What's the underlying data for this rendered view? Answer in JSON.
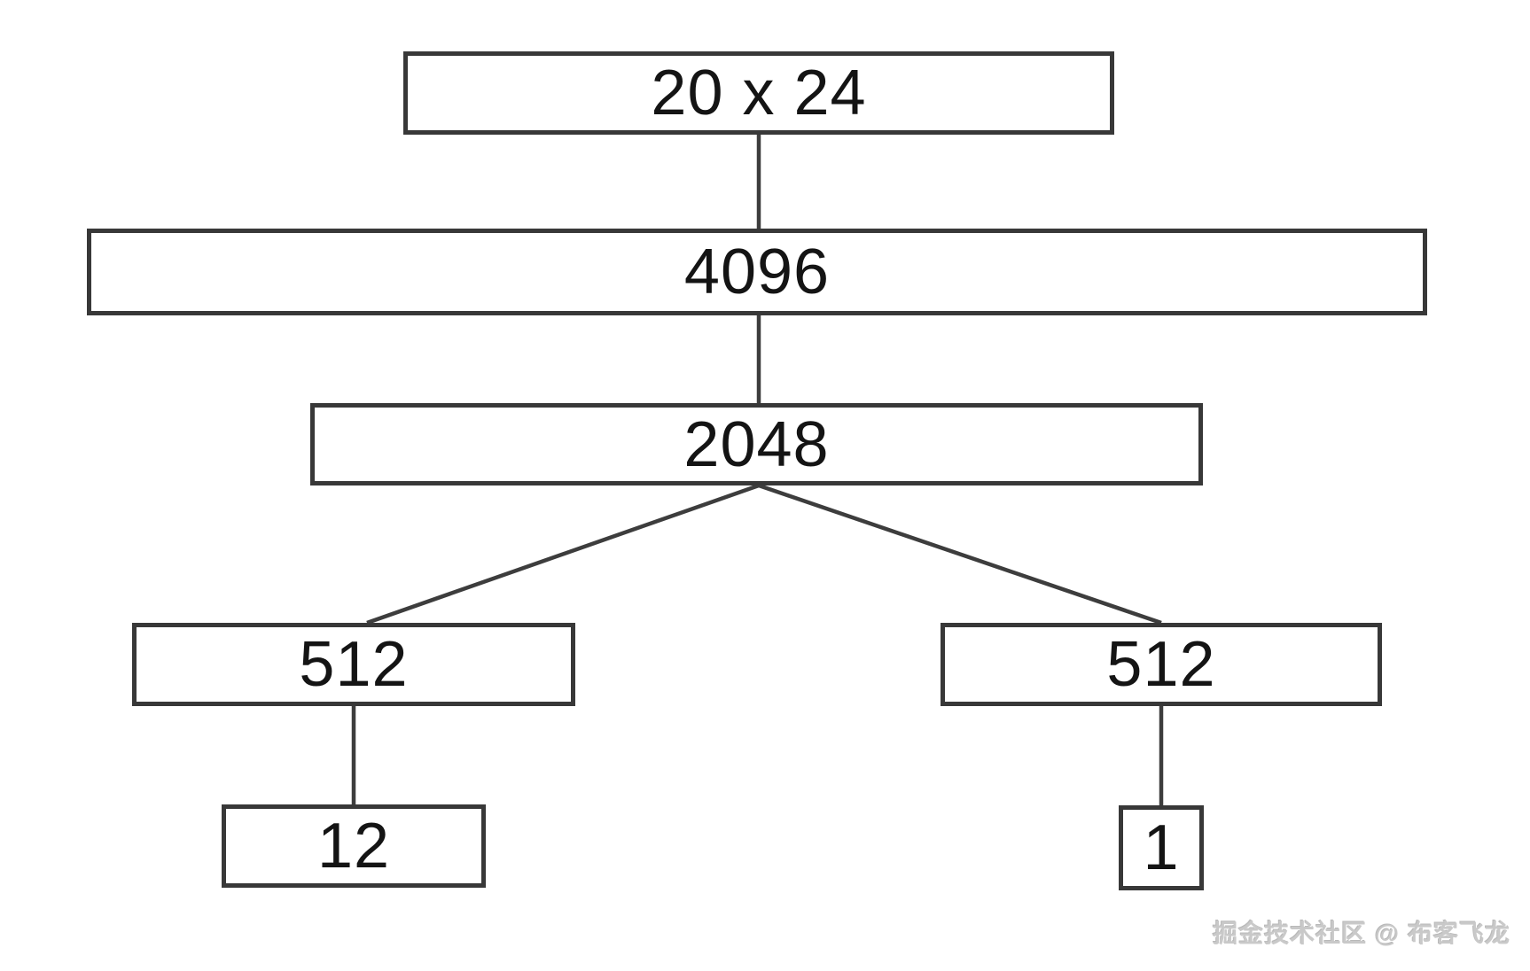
{
  "diagram": {
    "type": "tree",
    "description": "Network layer size diagram: input 20 x 24 feeding fully-connected layers 4096 and 2048, which branch into two 512 layers with outputs 12 and 1",
    "nodes": [
      {
        "id": "input",
        "label": "20 x 24"
      },
      {
        "id": "fc-4096",
        "label": "4096"
      },
      {
        "id": "fc-2048",
        "label": "2048"
      },
      {
        "id": "left-512",
        "label": "512"
      },
      {
        "id": "right-512",
        "label": "512"
      },
      {
        "id": "out-12",
        "label": "12"
      },
      {
        "id": "out-1",
        "label": "1"
      }
    ],
    "edges": [
      {
        "from": "input",
        "to": "fc-4096"
      },
      {
        "from": "fc-4096",
        "to": "fc-2048"
      },
      {
        "from": "fc-2048",
        "to": "left-512"
      },
      {
        "from": "fc-2048",
        "to": "right-512"
      },
      {
        "from": "left-512",
        "to": "out-12"
      },
      {
        "from": "right-512",
        "to": "out-1"
      }
    ]
  },
  "watermark": "掘金技术社区 @ 布客飞龙",
  "colors": {
    "background": "#ffffff",
    "box_border": "#383838",
    "connector": "#3d3d3d",
    "text": "#141414",
    "watermark": "#c9c9c9"
  }
}
